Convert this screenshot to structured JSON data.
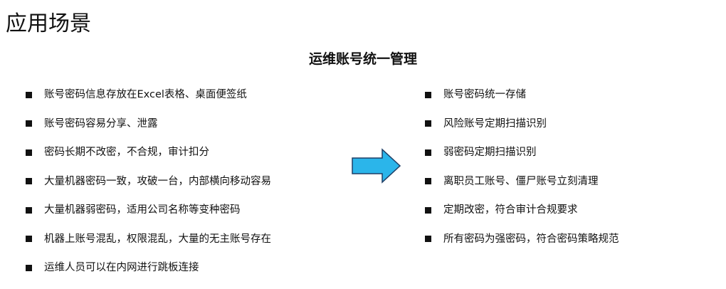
{
  "title": "应用场景",
  "subtitle": "运维账号统一管理",
  "left_items": [
    "账号密码信息存放在Excel表格、桌面便签纸",
    "账号密码容易分享、泄露",
    "密码长期不改密，不合规，审计扣分",
    "大量机器密码一致，攻破一台，内部横向移动容易",
    "大量机器弱密码，适用公司名称等变种密码",
    "机器上账号混乱，权限混乱，大量的无主账号存在",
    "运维人员可以在内网进行跳板连接"
  ],
  "right_items": [
    "账号密码统一存储",
    "风险账号定期扫描识别",
    "弱密码定期扫描识别",
    "离职员工账号、僵尸账号立刻清理",
    "定期改密，符合审计合规要求",
    "所有密码为强密码，符合密码策略规范"
  ],
  "arrow_icon": "arrow-right-icon",
  "arrow_color": "#2bb5ea"
}
